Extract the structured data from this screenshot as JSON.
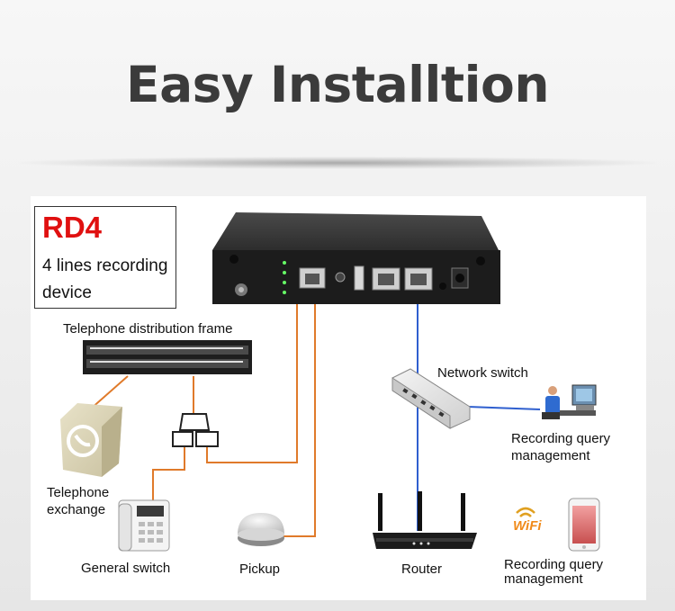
{
  "headline": "Easy Installtion",
  "device": {
    "model": "RD4",
    "description_line1": "4 lines recording",
    "description_line2": "device"
  },
  "labels": {
    "distribution_frame": "Telephone distribution frame",
    "network_switch": "Network switch",
    "telephone_exchange_1": "Telephone",
    "telephone_exchange_2": "exchange",
    "recording_query_top_1": "Recording query",
    "recording_query_top_2": "management",
    "general_switch": "General switch",
    "pickup": "Pickup",
    "router": "Router",
    "recording_query_bottom_1": "Recording query",
    "recording_query_bottom_2": "management",
    "wifi": "WiFi"
  },
  "colors": {
    "title": "#3b3b3b",
    "model": "#e01010",
    "phone_line": "#e07a2a",
    "network_line": "#2f5fcf"
  }
}
